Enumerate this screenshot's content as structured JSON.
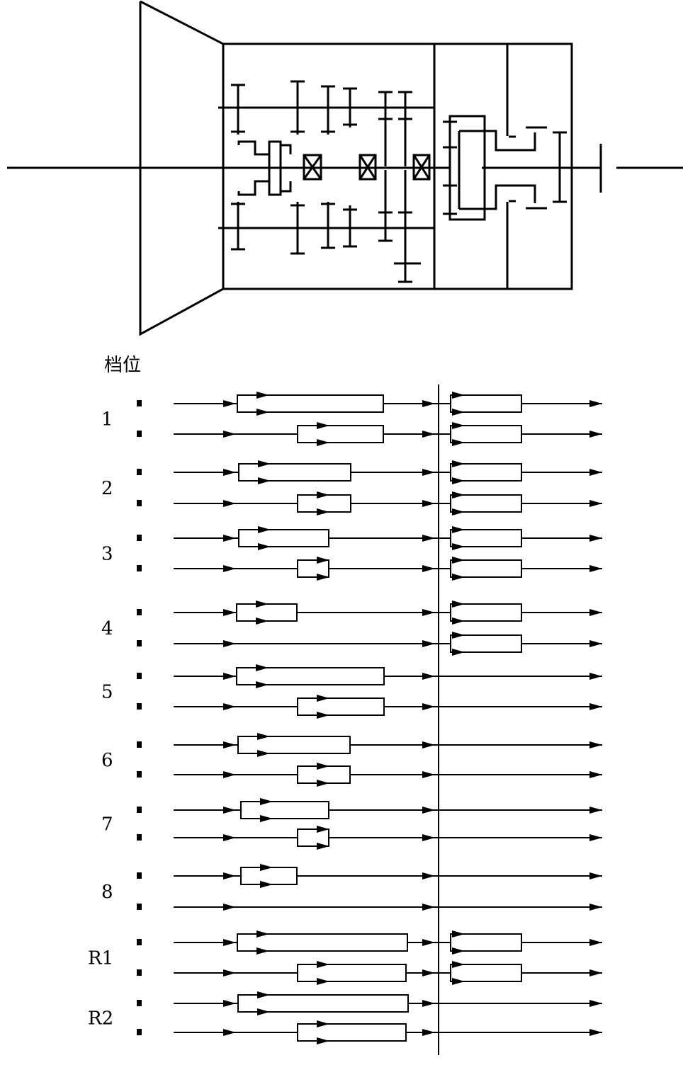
{
  "title": "档位",
  "gears": [
    {
      "label": "1",
      "paths": [
        {
          "bx": 335,
          "ex": 541,
          "inner": 360,
          "mid": true
        },
        {
          "bx": 420,
          "ex": 541,
          "inner": 445,
          "mid": true
        }
      ]
    },
    {
      "label": "2",
      "paths": [
        {
          "bx": 337,
          "ex": 495,
          "inner": 362,
          "mid": true
        },
        {
          "bx": 420,
          "ex": 495,
          "inner": 445,
          "mid": true
        }
      ]
    },
    {
      "label": "3",
      "paths": [
        {
          "bx": 337,
          "ex": 464,
          "inner": 362,
          "mid": true
        },
        {
          "bx": 420,
          "ex": 464,
          "inner": 445,
          "mid": true
        }
      ]
    },
    {
      "label": "4",
      "paths": [
        {
          "bx": 334,
          "ex": 419,
          "inner": 359,
          "mid": true
        },
        {
          "bx": null,
          "ex": null,
          "inner": null,
          "mid": true
        }
      ]
    },
    {
      "label": "5",
      "paths": [
        {
          "bx": 334,
          "ex": 542,
          "inner": 359,
          "mid": false
        },
        {
          "bx": 420,
          "ex": 542,
          "inner": 445,
          "mid": false
        }
      ]
    },
    {
      "label": "6",
      "paths": [
        {
          "bx": 336,
          "ex": 494,
          "inner": 361,
          "mid": false
        },
        {
          "bx": 420,
          "ex": 494,
          "inner": 445,
          "mid": false
        }
      ]
    },
    {
      "label": "7",
      "paths": [
        {
          "bx": 340,
          "ex": 464,
          "inner": 365,
          "mid": false
        },
        {
          "bx": 420,
          "ex": 464,
          "inner": 445,
          "mid": false
        }
      ]
    },
    {
      "label": "8",
      "paths": [
        {
          "bx": 340,
          "ex": 419,
          "inner": 365,
          "mid": false
        },
        {
          "bx": null,
          "ex": null,
          "inner": null,
          "mid": false
        }
      ]
    },
    {
      "label": "R1",
      "paths": [
        {
          "bx": 335,
          "ex": 575,
          "inner": 360,
          "mid": true
        },
        {
          "bx": 420,
          "ex": 573,
          "inner": 445,
          "mid": true
        }
      ]
    },
    {
      "label": "R2",
      "paths": [
        {
          "bx": 336,
          "ex": 576,
          "inner": 361,
          "mid": false
        },
        {
          "bx": 420,
          "ex": 573,
          "inner": 445,
          "mid": false
        }
      ]
    }
  ]
}
